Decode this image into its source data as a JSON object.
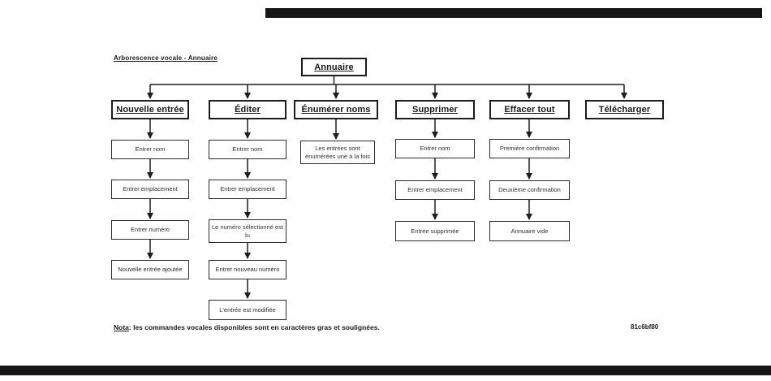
{
  "page": {
    "title": "Arborescence vocale - Annuaire",
    "note_label": "Nota",
    "note_text": ": les commandes vocales disponibles sont en caractères gras et soulignées.",
    "ref_code": "81c6bf80",
    "colors": {
      "ink": "#1d1d1d",
      "bar": "#161616",
      "background": "#ffffff"
    }
  },
  "tree": {
    "root": "Annuaire",
    "columns": [
      {
        "header": "Nouvelle entrée",
        "steps": [
          "Entrer nom",
          "Entrer emplacement",
          "Entrer numéro",
          "Nouvelle entrée ajoutée"
        ]
      },
      {
        "header": "Éditer",
        "steps": [
          "Entrer nom",
          "Entrer emplacement",
          "Le numéro sélectionné est lu",
          "Entrer nouveau numéro",
          "L'entrée est modifiée"
        ]
      },
      {
        "header": "Énumérer noms",
        "steps": [
          "Les entrées sont énumérées une à la fois"
        ]
      },
      {
        "header": "Supprimer",
        "steps": [
          "Entrer nom",
          "Entrer emplacement",
          "Entrée supprimée"
        ]
      },
      {
        "header": "Effacer tout",
        "steps": [
          "Première confirmation",
          "Deuxième confirmation",
          "Annuaire vide"
        ]
      },
      {
        "header": "Télécharger",
        "steps": []
      }
    ]
  }
}
